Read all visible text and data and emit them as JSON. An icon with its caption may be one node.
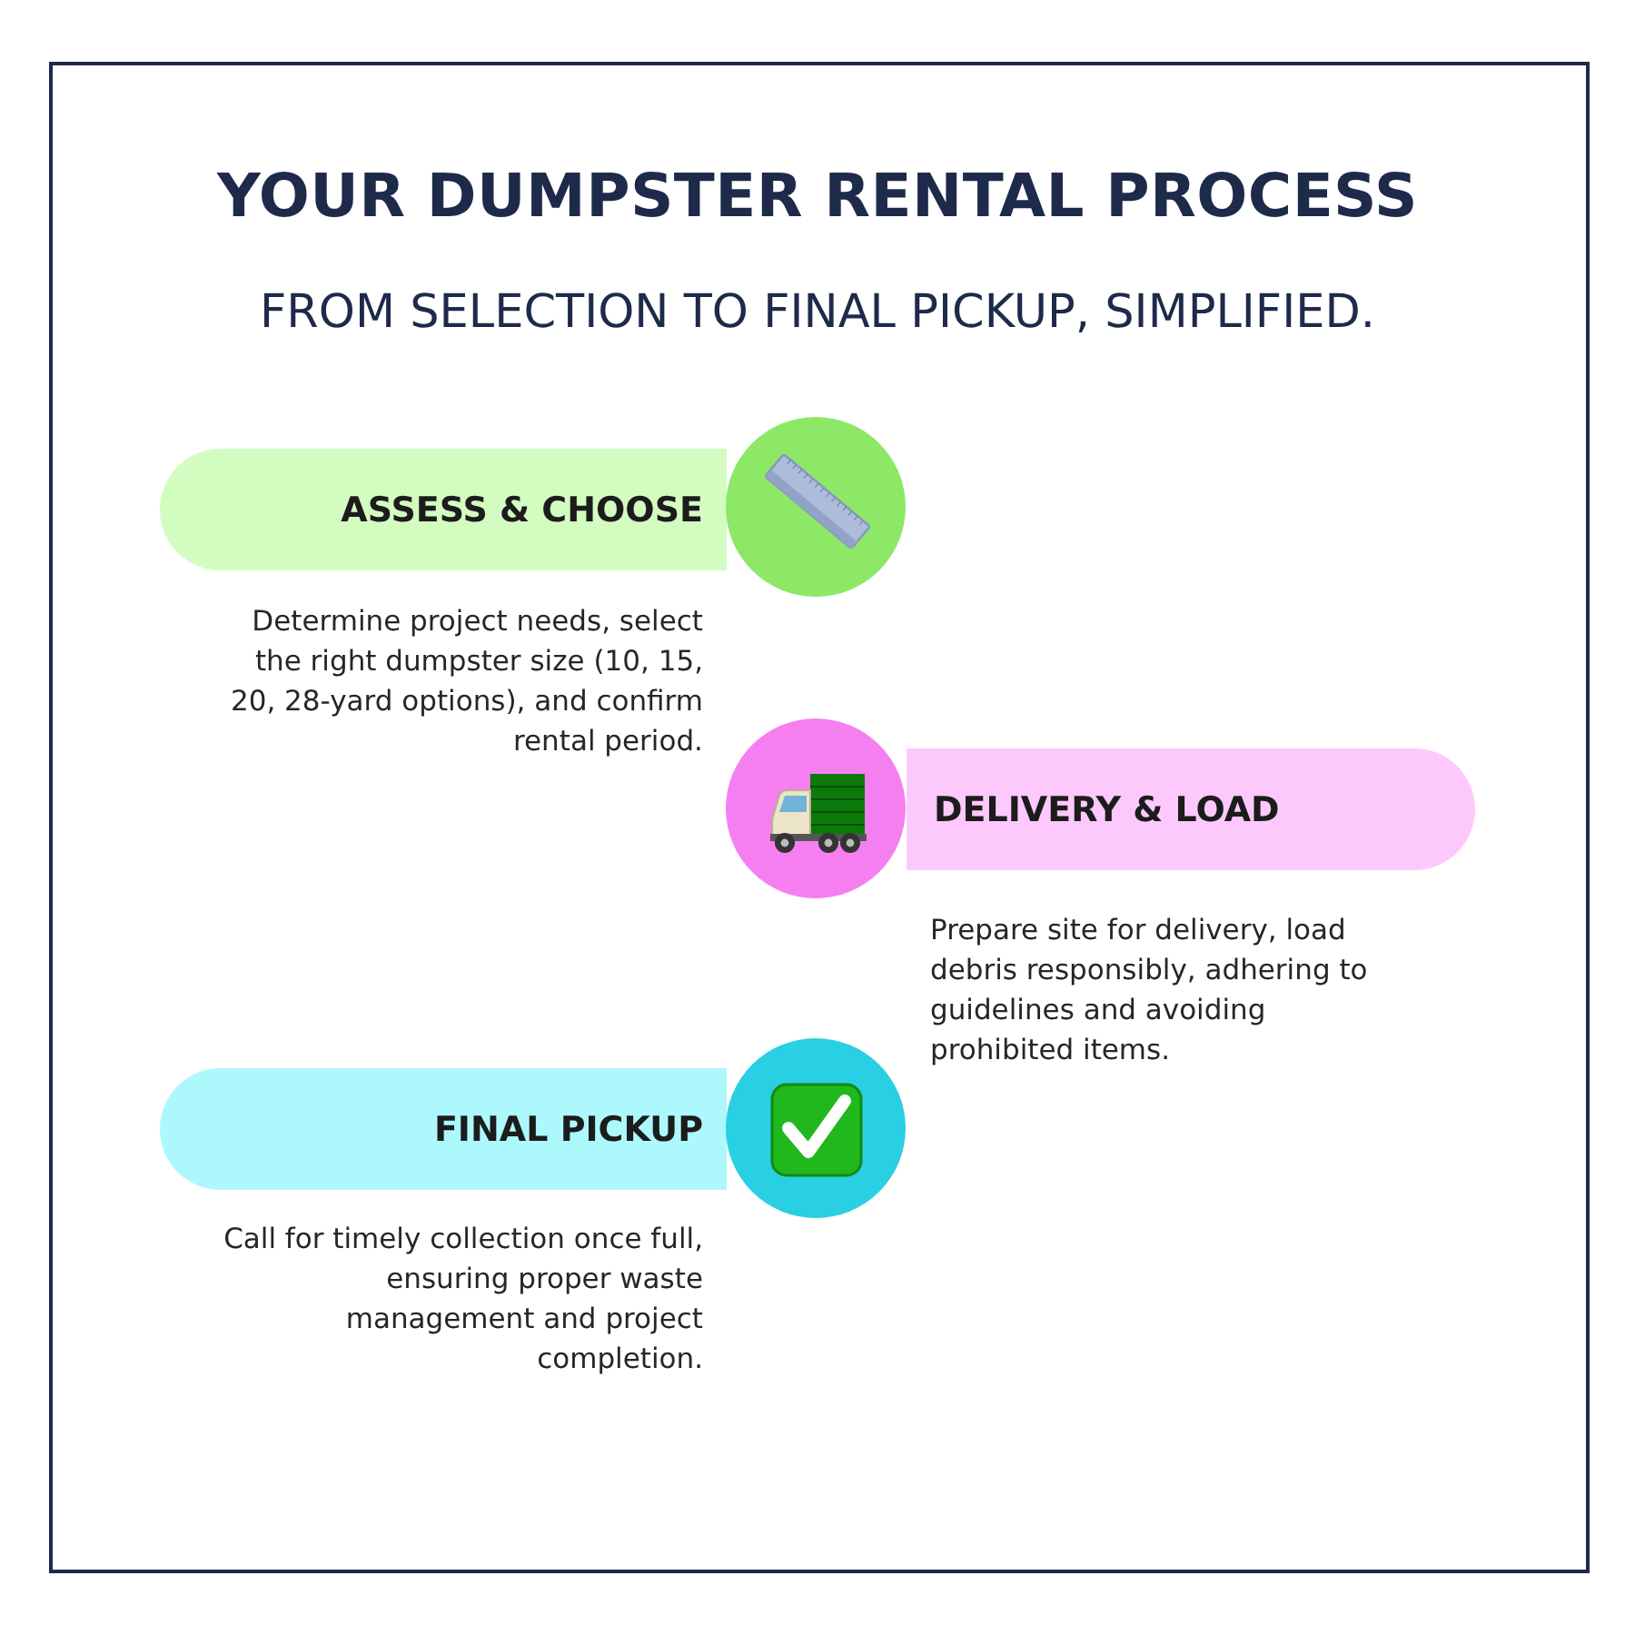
{
  "diagram": {
    "title": "YOUR DUMPSTER RENTAL PROCESS",
    "nodes": [
      {
        "text": [
          "ASSESS & CHOOSE"
        ],
        "beside": [
          "Determine project needs, select the right dumpster size (10, 15, 20, 28-yard options), and confirm rental period."
        ]
      },
      {
        "text": [
          "DELIVERY & LOAD"
        ],
        "beside": [
          "Prepare site for delivery, load debris responsibly, adhering to guidelines and avoiding prohibited items."
        ]
      },
      {
        "text": [
          "FINAL PICKUP"
        ],
        "beside": [
          "Call for timely collection once full, ensuring proper waste management and project completion."
        ]
      }
    ],
    "labels": [
      "FROM SELECTION TO FINAL PICKUP, SIMPLIFIED."
    ]
  }
}
